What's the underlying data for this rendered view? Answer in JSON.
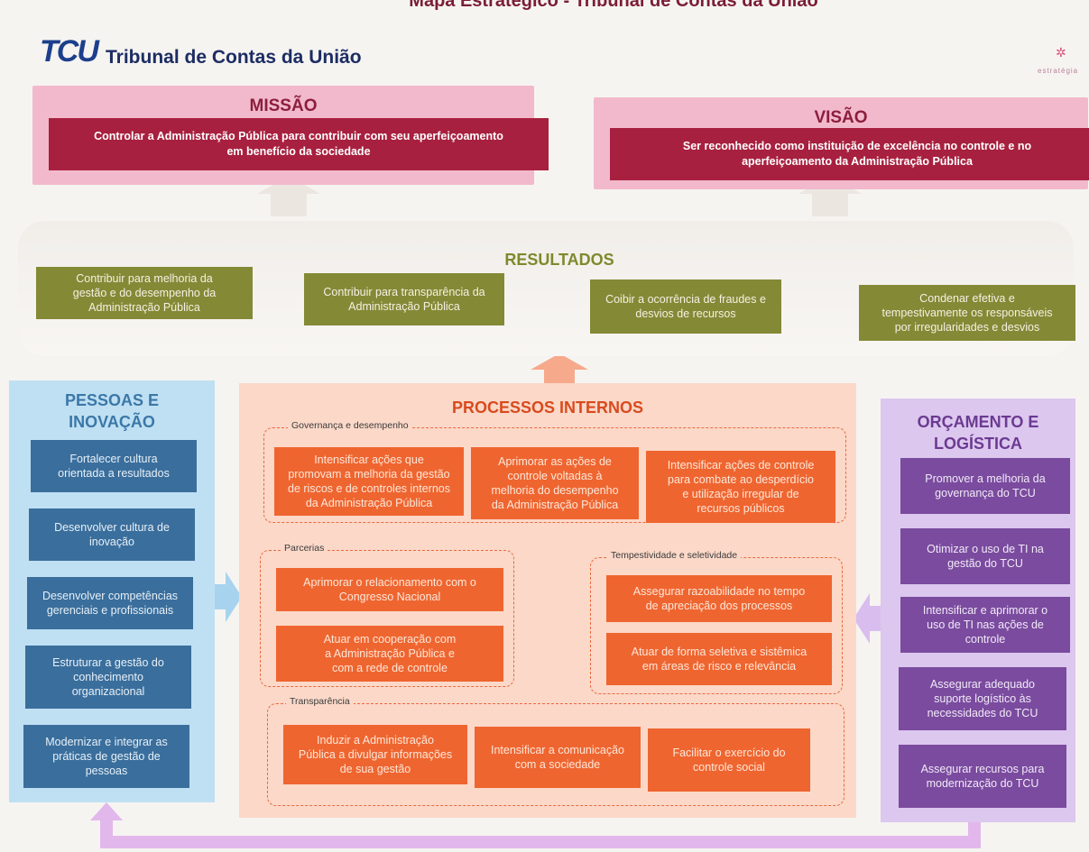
{
  "header": {
    "page_title": "Mapa Estratégico - Tribunal de Contas da União",
    "logo_mark": "TCU",
    "org_name": "Tribunal de Contas da União",
    "corner_logo_text": "estratégia"
  },
  "missao": {
    "title": "MISSÃO",
    "text": "Controlar a Administração Pública para contribuir com seu aperfeiçoamento\nem benefício da sociedade"
  },
  "visao": {
    "title": "VISÃO",
    "text": "Ser reconhecido como instituição de excelência no controle e no\naperfeiçoamento da Administração Pública"
  },
  "resultados": {
    "title": "RESULTADOS",
    "items": [
      "Contribuir para melhoria da\ngestão e do desempenho da\nAdministração Pública",
      "Contribuir para transparência da\nAdministração Pública",
      "Coibir a ocorrência de fraudes e\ndesvios de recursos",
      "Condenar efetiva e\ntempestivamente os responsáveis\npor irregularidades e desvios"
    ]
  },
  "pessoas": {
    "title": "PESSOAS E\nINOVAÇÃO",
    "items": [
      "Fortalecer cultura\norientada a resultados",
      "Desenvolver cultura de\ninovação",
      "Desenvolver competências\ngerenciais e profissionais",
      "Estruturar a gestão do\nconhecimento\norganizacional",
      "Modernizar e integrar as\npráticas de gestão de\npessoas"
    ]
  },
  "processos": {
    "title": "PROCESSOS INTERNOS",
    "governanca": {
      "label": "Governança e desempenho",
      "items": [
        "Intensificar ações que\npromovam a melhoria da gestão\nde riscos e de controles internos\nda Administração Pública",
        "Aprimorar as ações de\ncontrole voltadas à\nmelhoria do desempenho\nda Administração Pública",
        "Intensificar ações de controle\npara combate ao desperdício\ne utilização irregular de\nrecursos públicos"
      ]
    },
    "parcerias": {
      "label": "Parcerias",
      "items": [
        "Aprimorar o relacionamento com o\nCongresso Nacional",
        "Atuar em cooperação com\na Administração Pública e\ncom a rede de controle"
      ]
    },
    "tempestividade": {
      "label": "Tempestividade e seletividade",
      "items": [
        "Assegurar razoabilidade no tempo\nde apreciação dos processos",
        "Atuar de forma seletiva e sistêmica\nem áreas de risco e relevância"
      ]
    },
    "transparencia": {
      "label": "Transparência",
      "items": [
        "Induzir a Administração\nPública a divulgar informações\nde sua gestão",
        "Intensificar a comunicação\ncom a sociedade",
        "Facilitar o exercício do\ncontrole social"
      ]
    }
  },
  "orcamento": {
    "title": "ORÇAMENTO E\nLOGÍSTICA",
    "items": [
      "Promover a melhoria da\ngovernança do TCU",
      "Otimizar o uso de TI na\ngestão do TCU",
      "Intensificar e aprimorar o\nuso de TI nas ações de\ncontrole",
      "Assegurar adequado\nsuporte logístico às\nnecessidades do TCU",
      "Assegurar recursos para\nmodernização do TCU"
    ]
  },
  "colors": {
    "mission_band": "#f2b9cc",
    "mission_box": "#a8203f",
    "results_box": "#848936",
    "people_panel": "#bfe0f3",
    "people_box": "#3a6e9c",
    "process_panel": "#fbd8c8",
    "process_box": "#ef6530",
    "budget_panel": "#dcc7ee",
    "budget_box": "#7a4b9e"
  }
}
